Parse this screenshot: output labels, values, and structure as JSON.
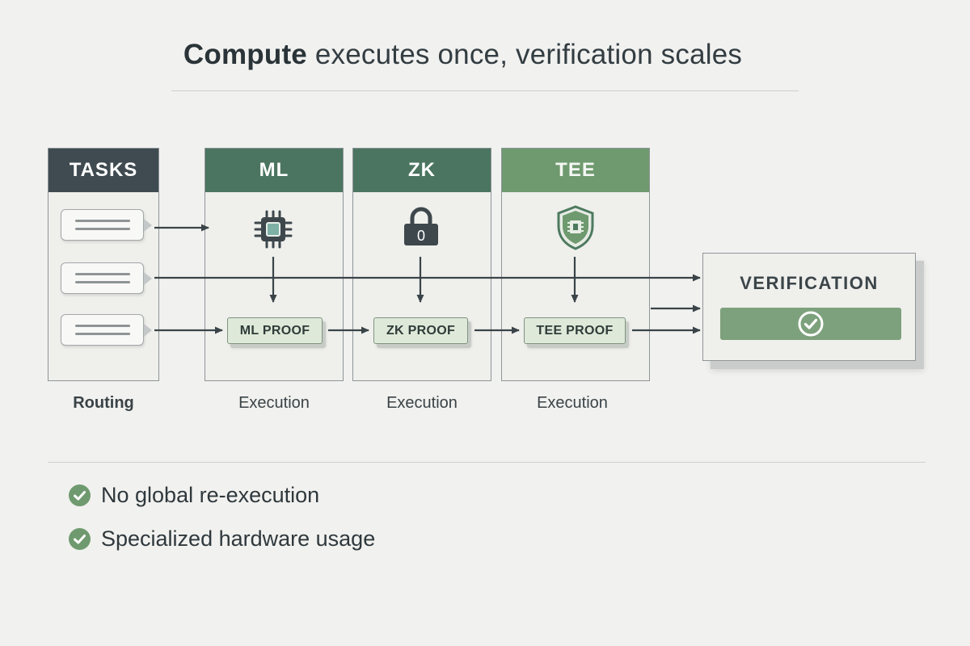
{
  "title": {
    "bold": "Compute",
    "rest": " executes once, verification scales"
  },
  "columns": {
    "tasks": {
      "header": "TASKS",
      "label": "Routing"
    },
    "ml": {
      "header": "ML",
      "label": "Execution",
      "proof": "ML PROOF",
      "icon": "chip-icon"
    },
    "zk": {
      "header": "ZK",
      "label": "Execution",
      "proof": "ZK PROOF",
      "icon": "lock-icon",
      "lock_digit": "0"
    },
    "tee": {
      "header": "TEE",
      "label": "Execution",
      "proof": "TEE PROOF",
      "icon": "shield-chip-icon"
    }
  },
  "verification": {
    "title": "VERIFICATION",
    "icon": "check-circle-icon"
  },
  "benefits": [
    {
      "text": "No global re-execution",
      "icon": "check-circle-icon"
    },
    {
      "text": "Specialized hardware usage",
      "icon": "check-circle-icon"
    }
  ],
  "colors": {
    "dark_header": "#3f4b51",
    "green_header": "#4b7560",
    "light_green_header": "#6f9a6f",
    "proof_fill": "#dfe9d9",
    "verify_bar": "#7da17c",
    "check_green": "#6f9a6f"
  }
}
